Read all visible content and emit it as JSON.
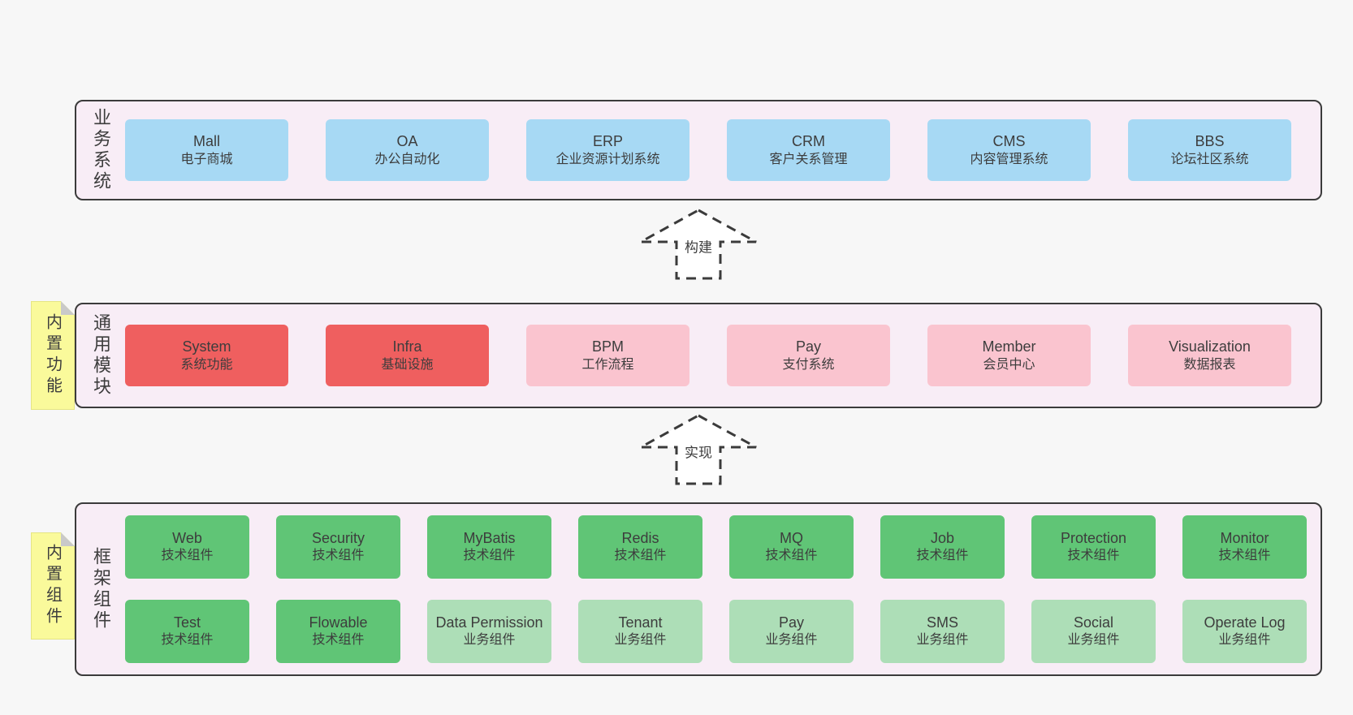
{
  "colors": {
    "page_bg": "#f7f7f7",
    "panel_bg": "#f8edf6",
    "panel_border": "#3b3b3b",
    "text": "#3d3d3d",
    "blue": "#a7d9f4",
    "red": "#ef5f5f",
    "pink": "#fac4cf",
    "green_dark": "#60c576",
    "green_light": "#addeb7",
    "sticky_yellow": "#fafa9b",
    "sticky_fold": "#c9c9c9"
  },
  "arrows": [
    {
      "label": "构建"
    },
    {
      "label": "实现"
    }
  ],
  "sections": {
    "business": {
      "label": "业务系统",
      "items": [
        {
          "name": "Mall",
          "subtitle": "电子商城",
          "variant": "blue"
        },
        {
          "name": "OA",
          "subtitle": "办公自动化",
          "variant": "blue"
        },
        {
          "name": "ERP",
          "subtitle": "企业资源计划系统",
          "variant": "blue"
        },
        {
          "name": "CRM",
          "subtitle": "客户关系管理",
          "variant": "blue"
        },
        {
          "name": "CMS",
          "subtitle": "内容管理系统",
          "variant": "blue"
        },
        {
          "name": "BBS",
          "subtitle": "论坛社区系统",
          "variant": "blue"
        }
      ]
    },
    "modules": {
      "label": "通用模块",
      "sticky": "内置功能",
      "items": [
        {
          "name": "System",
          "subtitle": "系统功能",
          "variant": "red"
        },
        {
          "name": "Infra",
          "subtitle": "基础设施",
          "variant": "red"
        },
        {
          "name": "BPM",
          "subtitle": "工作流程",
          "variant": "pink"
        },
        {
          "name": "Pay",
          "subtitle": "支付系统",
          "variant": "pink"
        },
        {
          "name": "Member",
          "subtitle": "会员中心",
          "variant": "pink"
        },
        {
          "name": "Visualization",
          "subtitle": "数据报表",
          "variant": "pink"
        }
      ]
    },
    "components": {
      "label": "框架组件",
      "sticky": "内置组件",
      "row1": [
        {
          "name": "Web",
          "subtitle": "技术组件",
          "variant": "green-dark"
        },
        {
          "name": "Security",
          "subtitle": "技术组件",
          "variant": "green-dark"
        },
        {
          "name": "MyBatis",
          "subtitle": "技术组件",
          "variant": "green-dark"
        },
        {
          "name": "Redis",
          "subtitle": "技术组件",
          "variant": "green-dark"
        },
        {
          "name": "MQ",
          "subtitle": "技术组件",
          "variant": "green-dark"
        },
        {
          "name": "Job",
          "subtitle": "技术组件",
          "variant": "green-dark"
        },
        {
          "name": "Protection",
          "subtitle": "技术组件",
          "variant": "green-dark"
        },
        {
          "name": "Monitor",
          "subtitle": "技术组件",
          "variant": "green-dark"
        }
      ],
      "row2": [
        {
          "name": "Test",
          "subtitle": "技术组件",
          "variant": "green-dark"
        },
        {
          "name": "Flowable",
          "subtitle": "技术组件",
          "variant": "green-dark"
        },
        {
          "name": "Data Permission",
          "subtitle": "业务组件",
          "variant": "green-light"
        },
        {
          "name": "Tenant",
          "subtitle": "业务组件",
          "variant": "green-light"
        },
        {
          "name": "Pay",
          "subtitle": "业务组件",
          "variant": "green-light"
        },
        {
          "name": "SMS",
          "subtitle": "业务组件",
          "variant": "green-light"
        },
        {
          "name": "Social",
          "subtitle": "业务组件",
          "variant": "green-light"
        },
        {
          "name": "Operate Log",
          "subtitle": "业务组件",
          "variant": "green-light"
        }
      ]
    }
  }
}
